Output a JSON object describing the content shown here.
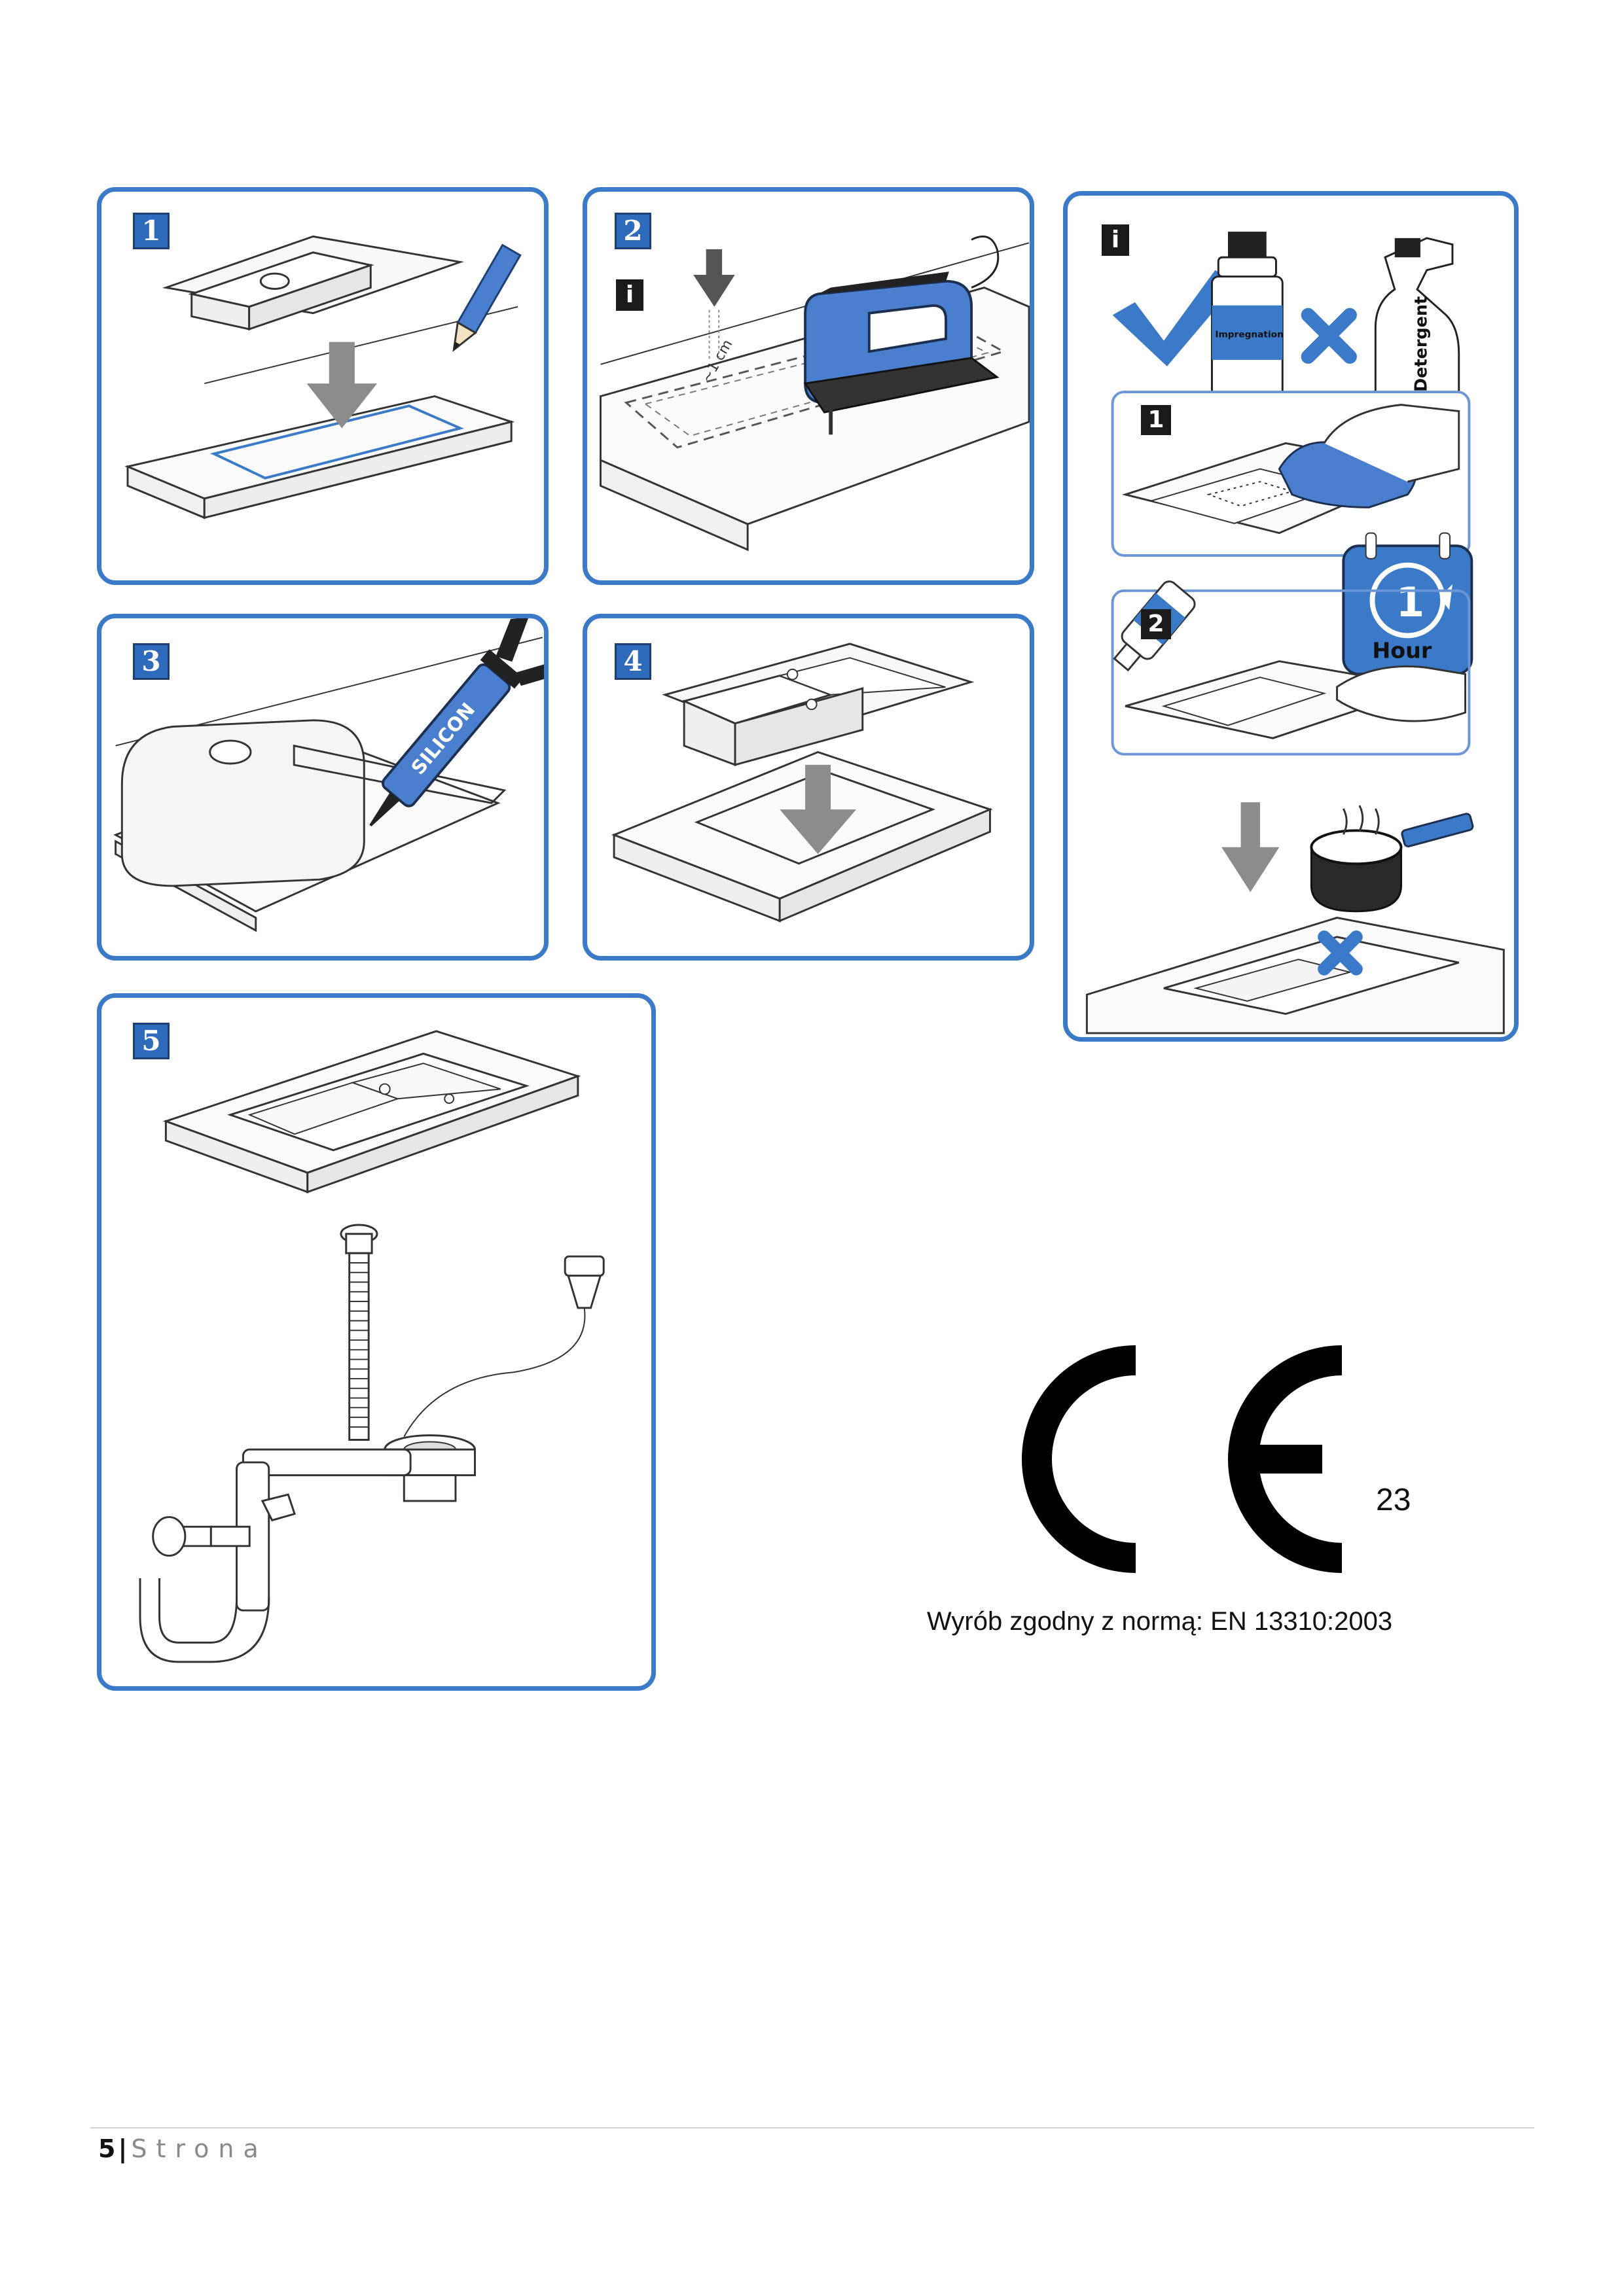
{
  "steps": [
    {
      "number": "1"
    },
    {
      "number": "2",
      "info": "i",
      "measure": "~1 cm"
    },
    {
      "number": "3",
      "tube_label": "SILICON"
    },
    {
      "number": "4"
    },
    {
      "number": "5"
    }
  ],
  "care": {
    "info": "i",
    "ok_bottle_label": "Impregnation",
    "bad_bottle_label": "Detergent",
    "substeps": [
      {
        "number": "1"
      },
      {
        "number": "2",
        "timer_value": "1",
        "timer_unit": "Hour"
      }
    ]
  },
  "ce": {
    "notified_body": "23"
  },
  "conformity_text": "Wyrób zgodny z normą: EN 13310:2003",
  "footer": {
    "page_number": "5",
    "separator": "|",
    "word": "Strona"
  },
  "colors": {
    "accent": "#3a7ac8",
    "tool_blue": "#4a7fd0",
    "arrow_grey": "#8c8c8c"
  }
}
